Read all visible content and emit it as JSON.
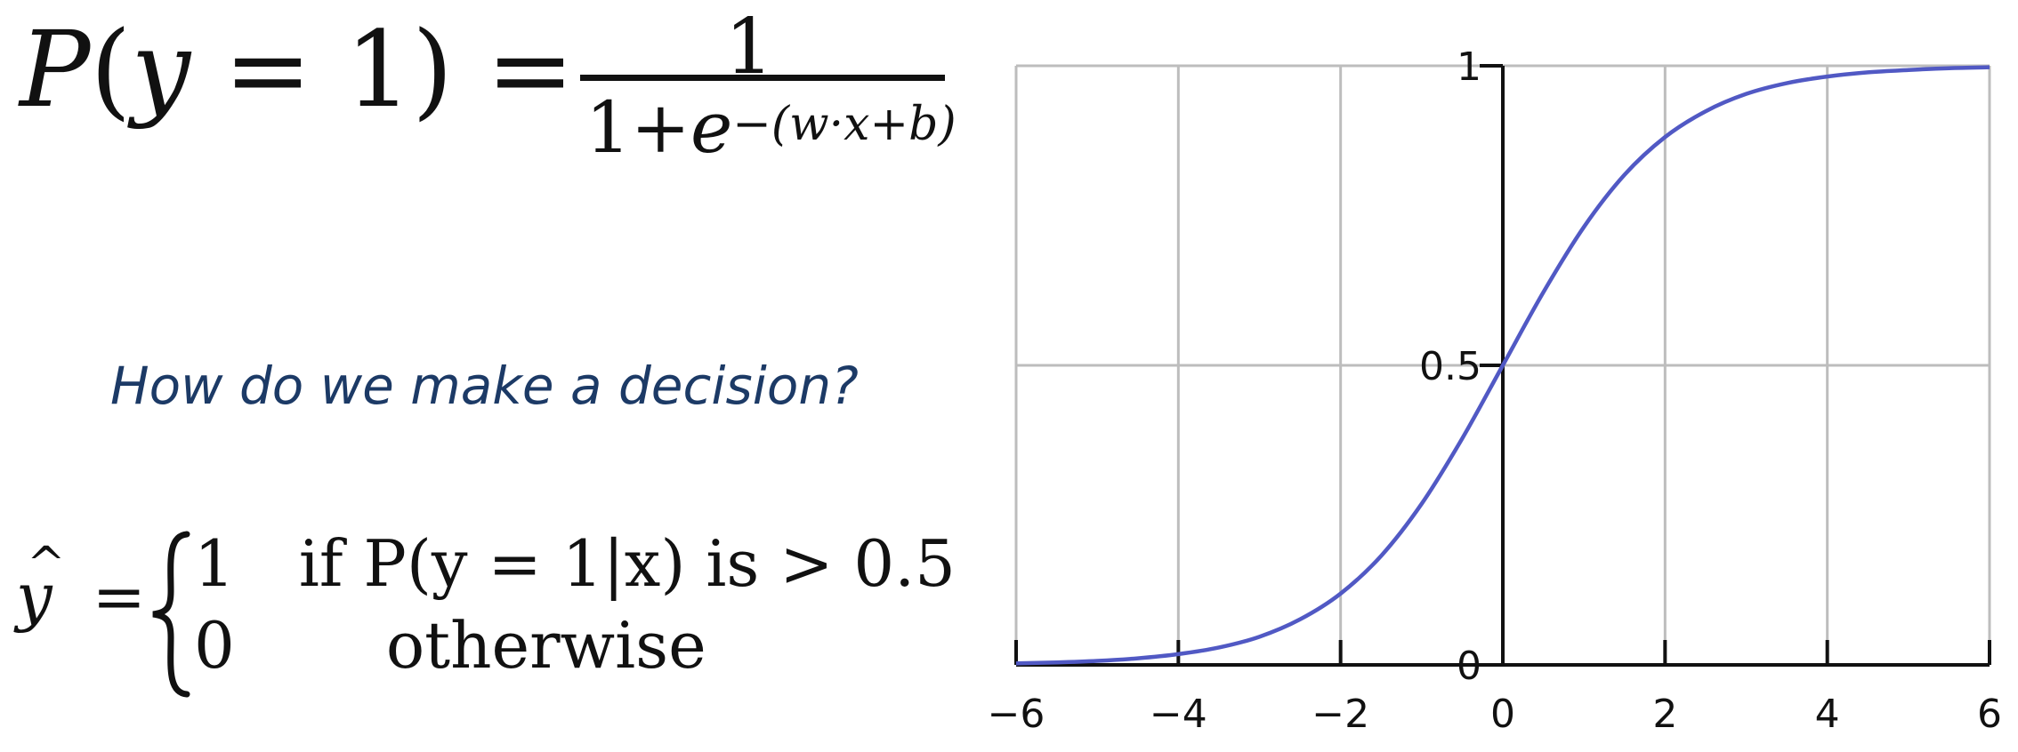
{
  "equations": {
    "sigmoid": {
      "lhs_func": "P",
      "lhs_var": "y",
      "lhs_rest": " = 1) =",
      "numerator": "1",
      "den_prefix": "1+",
      "den_base": "e",
      "den_exponent": "−(w·x+b)"
    },
    "decision": {
      "lhs": "y",
      "lhs_hat": "^",
      "equals": "=",
      "case1_value": "1",
      "case1_condition": "if P(y = 1|x) is > 0.5",
      "case2_value": "0",
      "case2_condition": "otherwise"
    }
  },
  "question": "How do we make a decision?",
  "chart_data": {
    "type": "line",
    "title": "",
    "xlabel": "",
    "ylabel": "",
    "xlim": [
      -6,
      6
    ],
    "ylim": [
      0,
      1
    ],
    "x_ticks": [
      -6,
      -4,
      -2,
      0,
      2,
      4,
      6
    ],
    "x_tick_labels": [
      "−6",
      "−4",
      "−2",
      "0",
      "2",
      "4",
      "6"
    ],
    "y_ticks": [
      0,
      0.5,
      1
    ],
    "y_tick_labels": [
      "0",
      "0.5",
      "1"
    ],
    "grid": true,
    "series": [
      {
        "color": "#5159c4",
        "x": [
          -6,
          -5.5,
          -5,
          -4.5,
          -4,
          -3.5,
          -3,
          -2.5,
          -2,
          -1.5,
          -1,
          -0.5,
          0,
          0.5,
          1,
          1.5,
          2,
          2.5,
          3,
          3.5,
          4,
          4.5,
          5,
          5.5,
          6
        ],
        "y": [
          0.0025,
          0.0041,
          0.0067,
          0.011,
          0.018,
          0.029,
          0.047,
          0.076,
          0.119,
          0.182,
          0.269,
          0.378,
          0.5,
          0.622,
          0.731,
          0.818,
          0.881,
          0.924,
          0.953,
          0.971,
          0.982,
          0.989,
          0.993,
          0.996,
          0.9975
        ]
      }
    ]
  }
}
